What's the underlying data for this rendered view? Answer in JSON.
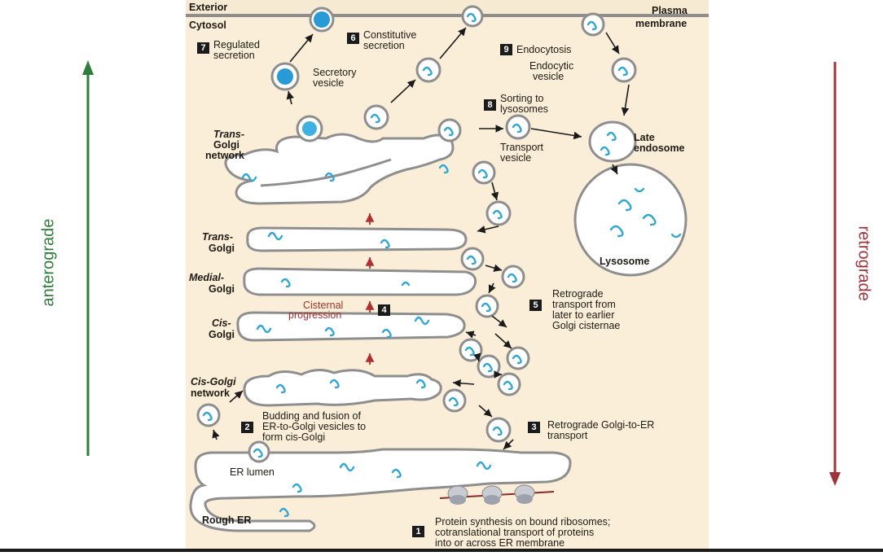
{
  "colors": {
    "background": "#fbeed8",
    "membrane_fill": "#ffffff",
    "membrane_stroke": "#8e8e8e",
    "protein": "#2fa6d6",
    "anterograde_arrow": "#2e7d3a",
    "retrograde_arrow": "#a0323a",
    "cisternal_arrow": "#b03030"
  },
  "side_labels": {
    "anterograde": "anterograde",
    "retrograde": "retrograde"
  },
  "regions": {
    "exterior": "Exterior",
    "cytosol": "Cytosol",
    "plasma_membrane_1": "Plasma",
    "plasma_membrane_2": "membrane",
    "trans_golgi_network_1": "Trans-",
    "trans_golgi_network_2": "Golgi",
    "trans_golgi_network_3": "network",
    "trans_golgi_1": "Trans-",
    "trans_golgi_2": "Golgi",
    "medial_golgi_1": "Medial-",
    "medial_golgi_2": "Golgi",
    "cis_golgi_1": "Cis-",
    "cis_golgi_2": "Golgi",
    "cis_golgi_network_1": "Cis-Golgi",
    "cis_golgi_network_2": "network",
    "rough_er": "Rough ER",
    "er_lumen": "ER lumen",
    "lysosome": "Lysosome",
    "late_endosome_1": "Late",
    "late_endosome_2": "endosome",
    "secretory_vesicle_1": "Secretory",
    "secretory_vesicle_2": "vesicle",
    "endocytic_vesicle_1": "Endocytic",
    "endocytic_vesicle_2": "vesicle",
    "transport_vesicle_1": "Transport",
    "transport_vesicle_2": "vesicle"
  },
  "steps": [
    {
      "num": "1",
      "lines": [
        "Protein synthesis on bound ribosomes;",
        "cotranslational transport of proteins",
        "into or across ER membrane"
      ]
    },
    {
      "num": "2",
      "lines": [
        "Budding and fusion of",
        "ER-to-Golgi vesicles to",
        "form cis-Golgi"
      ]
    },
    {
      "num": "3",
      "lines": [
        "Retrograde Golgi-to-ER",
        "transport"
      ]
    },
    {
      "num": "4",
      "lines": [
        "Cisternal",
        "progression"
      ]
    },
    {
      "num": "5",
      "lines": [
        "Retrograde",
        "transport from",
        "later to earlier",
        "Golgi cisternae"
      ]
    },
    {
      "num": "6",
      "lines": [
        "Constitutive",
        "secretion"
      ]
    },
    {
      "num": "7",
      "lines": [
        "Regulated",
        "secretion"
      ]
    },
    {
      "num": "8",
      "lines": [
        "Sorting to",
        "lysosomes"
      ]
    },
    {
      "num": "9",
      "lines": [
        "Endocytosis"
      ]
    }
  ]
}
